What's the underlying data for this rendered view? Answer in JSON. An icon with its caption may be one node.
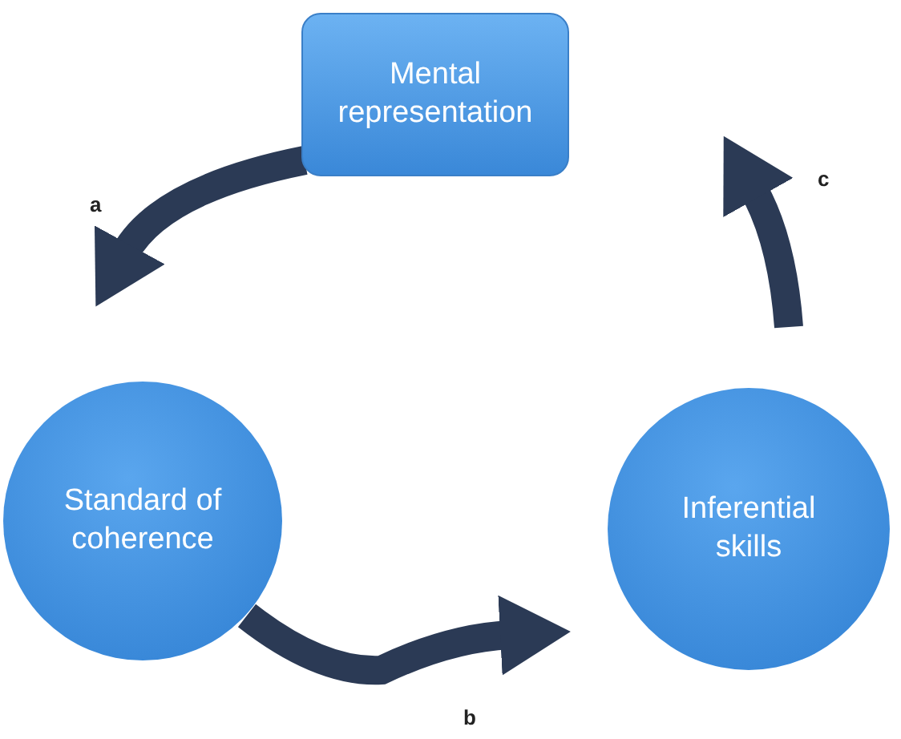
{
  "diagram": {
    "nodes": [
      {
        "text": [
          "Mental representation"
        ]
      },
      {
        "text": [
          "Standard of coherence"
        ]
      },
      {
        "text": [
          "Inferential skills"
        ]
      }
    ],
    "edges": [
      {
        "from": 0,
        "to": 1,
        "arrow": "to",
        "label": "a"
      },
      {
        "from": 1,
        "to": 2,
        "arrow": "to",
        "label": "b"
      },
      {
        "from": 2,
        "to": 0,
        "arrow": "to",
        "label": "c"
      }
    ]
  }
}
